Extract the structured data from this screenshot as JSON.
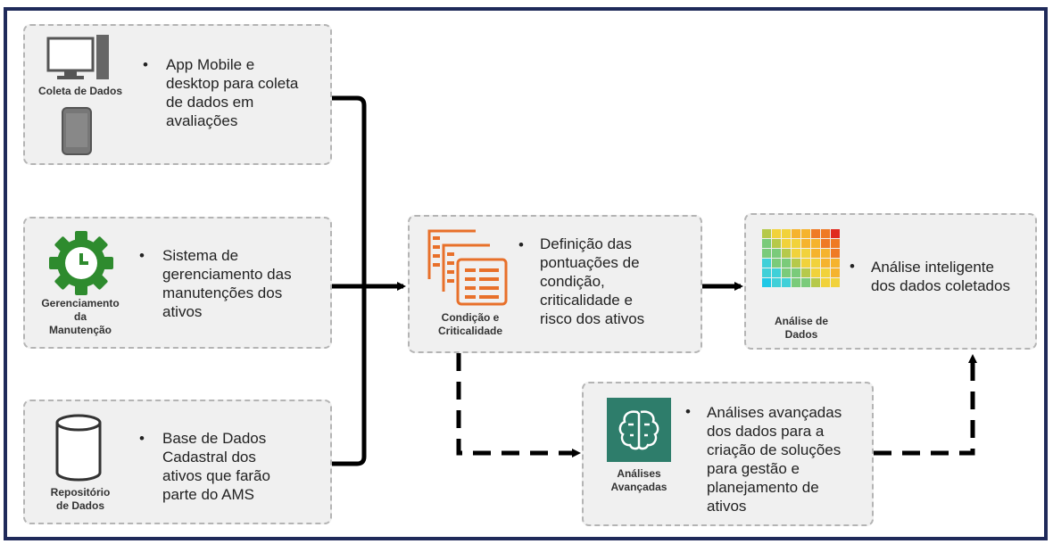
{
  "colors": {
    "frame": "#1f2a5a",
    "box_fill": "#f0f0f0",
    "box_border": "#b4b4b4",
    "arrow": "#000000",
    "orange": "#e8702a",
    "gear_green": "#2e8b2e",
    "analytics_teal": "#2e7d6b"
  },
  "icons": {
    "coleta": [
      "desktop-computer-icon",
      "tablet-icon"
    ],
    "manutencao": "gear-clock-icon",
    "repositorio": "database-cylinder-icon",
    "condicao": "layered-grid-icon",
    "analise": "heatmap-icon",
    "avancadas": "brain-icon"
  },
  "boxes": {
    "coleta": {
      "label": "Coleta de Dados",
      "bullet": "•",
      "lines": [
        "App Mobile e",
        "desktop para coleta",
        "de dados em",
        "avaliações"
      ]
    },
    "manutencao": {
      "label_lines": [
        "Gerenciamento",
        "da",
        "Manutenção"
      ],
      "bullet": "•",
      "lines": [
        "Sistema de",
        "gerenciamento das",
        "manutenções dos",
        "ativos"
      ]
    },
    "repositorio": {
      "label_lines": [
        "Repositório",
        "de Dados"
      ],
      "bullet": "•",
      "lines": [
        "Base de Dados",
        "Cadastral dos",
        "ativos que farão",
        "parte do AMS"
      ]
    },
    "condicao": {
      "label_lines": [
        "Condição e",
        "Criticalidade"
      ],
      "bullet": "•",
      "lines": [
        "Definição das",
        "pontuações de",
        "condição,",
        "criticalidade e",
        "risco dos ativos"
      ]
    },
    "analise": {
      "label_lines": [
        "Análise de",
        "Dados"
      ],
      "bullet": "•",
      "lines": [
        "Análise inteligente",
        "dos dados coletados"
      ]
    },
    "avancadas": {
      "label_lines": [
        "Análises",
        "Avançadas"
      ],
      "bullet": "•",
      "lines": [
        "Análises avançadas",
        "dos dados para a",
        "criação de soluções",
        "para gestão e",
        "planejamento de",
        "ativos"
      ]
    }
  }
}
